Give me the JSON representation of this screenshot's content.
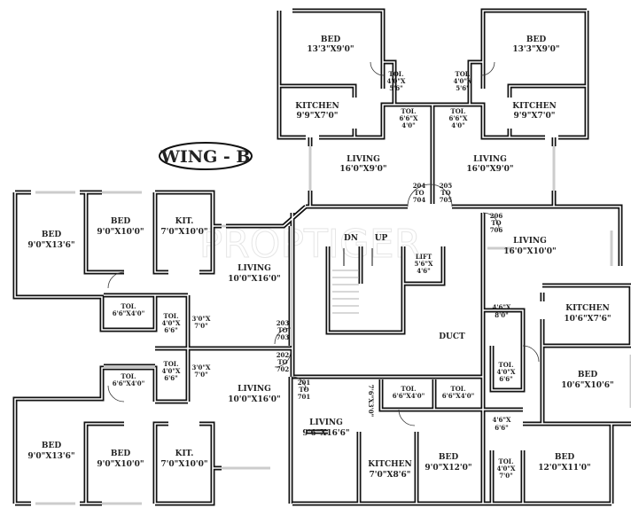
{
  "title": "WING - B",
  "watermark": "PROPTIGER",
  "rooms": {
    "tl_bed": [
      "BED",
      "13'3\"X9'0\""
    ],
    "tl_kit": [
      "KITCHEN",
      "9'9\"X7'0\""
    ],
    "tl_toi1": [
      "TOI.",
      "4'0\"X",
      "5'6\""
    ],
    "tl_toi2": [
      "TOI.",
      "6'6\"X",
      "4'0\""
    ],
    "tl_liv": [
      "LIVING",
      "16'0\"X9'0\""
    ],
    "tr_bed": [
      "BED",
      "13'3\"X9'0\""
    ],
    "tr_kit": [
      "KITCHEN",
      "9'9\"X7'0\""
    ],
    "tr_toi1": [
      "TOI.",
      "4'0\"X",
      "5'6\""
    ],
    "tr_toi2": [
      "TOI.",
      "6'6\"X",
      "4'0\""
    ],
    "tr_liv": [
      "LIVING",
      "16'0\"X9'0\""
    ],
    "lt_bed1": [
      "BED",
      "9'0\"X13'6\""
    ],
    "lt_bed2": [
      "BED",
      "9'0\"X10'0\""
    ],
    "lt_kit": [
      "KIT.",
      "7'0\"X10'0\""
    ],
    "lt_liv": [
      "LIVING",
      "10'0\"X16'0\""
    ],
    "lt_toi1": [
      "TOI.",
      "6'6\"X4'0\""
    ],
    "lt_toi2": [
      "TOI.",
      "4'0\"X",
      "6'6\""
    ],
    "lt_pass": [
      "3'0\"X",
      "7'0\""
    ],
    "lb_toi1": [
      "TOI.",
      "6'6\"X4'0\""
    ],
    "lb_toi2": [
      "TOI.",
      "4'0\"X",
      "6'6\""
    ],
    "lb_pass": [
      "3'0\"X",
      "7'0\""
    ],
    "lb_liv": [
      "LIVING",
      "10'0\"X16'0\""
    ],
    "lb_bed1": [
      "BED",
      "9'0\"X13'6\""
    ],
    "lb_bed2": [
      "BED",
      "9'0\"X10'0\""
    ],
    "lb_kit": [
      "KIT.",
      "7'0\"X10'0\""
    ],
    "c_dn": [
      "DN"
    ],
    "c_up": [
      "UP"
    ],
    "c_lift": [
      "LIFT",
      "5'6\"X",
      "4'6\""
    ],
    "c_duct": [
      "DUCT"
    ],
    "r_liv": [
      "LIVING",
      "16'0\"X10'0\""
    ],
    "r_pass1": [
      "4'6\"X",
      "8'0\""
    ],
    "r_kit": [
      "KITCHEN",
      "10'6\"X7'6\""
    ],
    "r_toi1": [
      "TOI.",
      "4'0\"X",
      "6'6\""
    ],
    "r_bed1": [
      "BED",
      "10'6\"X10'6\""
    ],
    "r_pass2": [
      "4'6\"X",
      "6'6\""
    ],
    "r_bed2": [
      "BED",
      "12'0\"X11'0\""
    ],
    "r_toi2": [
      "TOI.",
      "4'0\"X",
      "7'0\""
    ],
    "cb_toi1": [
      "TOI.",
      "6'6\"X4'0\""
    ],
    "cb_toi2": [
      "TOI.",
      "6'6\"X4'0\""
    ],
    "cb_pass": [
      "7'6\"X3'0\""
    ],
    "cb_liv": [
      "LIVING",
      "9'6\"X16'6\""
    ],
    "cb_kit": [
      "KITCHEN",
      "7'0\"X8'6\""
    ],
    "cb_bed": [
      "BED",
      "9'0\"X12'0\""
    ]
  },
  "doors": {
    "d204": [
      "204",
      "TO",
      "704"
    ],
    "d205": [
      "205",
      "TO",
      "705"
    ],
    "d206": [
      "206",
      "TO",
      "706"
    ],
    "d203": [
      "203",
      "TO",
      "703"
    ],
    "d202": [
      "202",
      "TO",
      "702"
    ],
    "d201": [
      "201",
      "TO",
      "701"
    ]
  }
}
